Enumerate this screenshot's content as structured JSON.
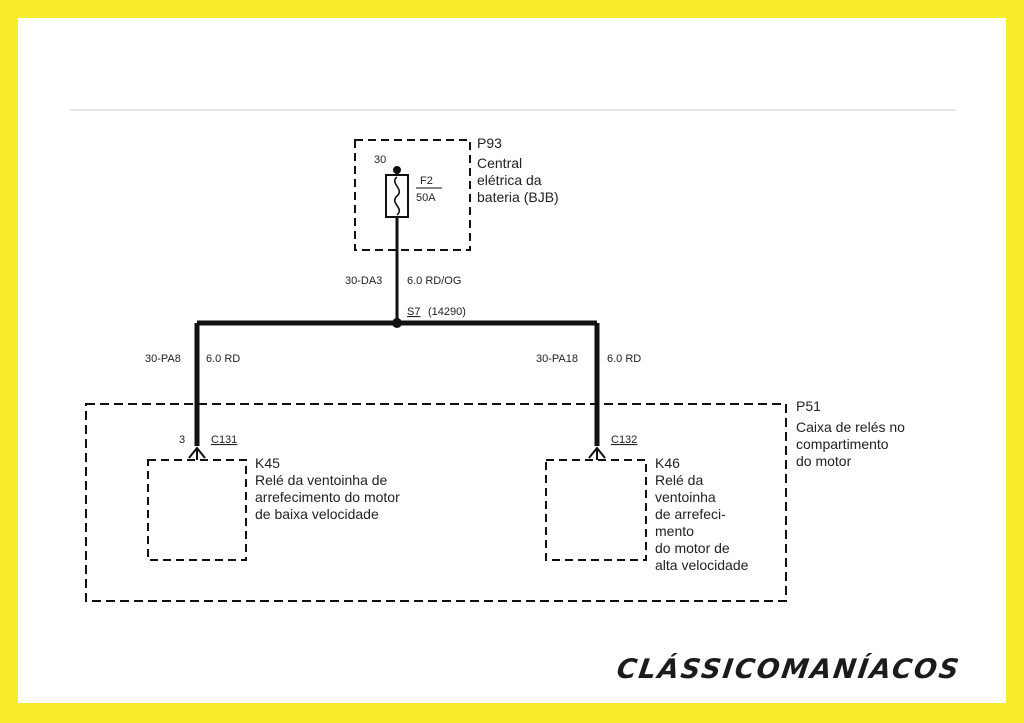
{
  "p93": {
    "id": "P93",
    "desc": [
      "Central",
      "elétrica da",
      "bateria (BJB)"
    ],
    "pin": "30",
    "fuse_id": "F2",
    "fuse_rating": "50A"
  },
  "wires": {
    "main_circuit": "30-DA3",
    "main_spec": "6.0 RD/OG",
    "splice_id": "S7",
    "splice_code": "(14290)",
    "left_circuit": "30-PA8",
    "left_spec": "6.0 RD",
    "right_circuit": "30-PA18",
    "right_spec": "6.0 RD"
  },
  "p51": {
    "id": "P51",
    "desc": [
      "Caixa de relés no",
      "compartimento",
      "do motor"
    ]
  },
  "k45": {
    "id": "K45",
    "desc": [
      "Relé da ventoinha de",
      "arrefecimento do motor",
      "de baixa velocidade"
    ],
    "pin": "3",
    "connector": "C131"
  },
  "k46": {
    "id": "K46",
    "desc": [
      "Relé da",
      "ventoinha",
      "de arrefeci-",
      "mento",
      "do motor de",
      "alta velocidade"
    ],
    "connector": "C132"
  },
  "brand": {
    "text": "CLÁSSICOMANÍACOS"
  },
  "colors": {
    "border": "#f9ec2a",
    "line": "#111111",
    "background": "#ffffff"
  }
}
